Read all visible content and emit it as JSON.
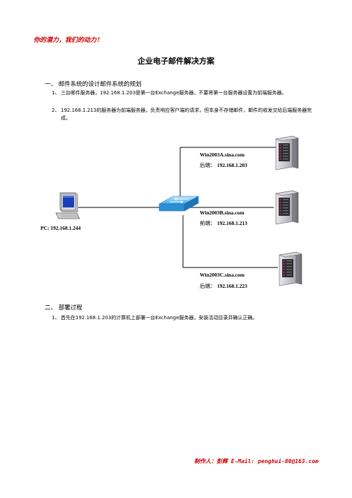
{
  "header": {
    "slogan": "你的潜力，我们的动力！"
  },
  "title": "企业电子邮件解决方案",
  "section1": {
    "heading": "一、 邮件系统的设计邮件系统的规划",
    "items": [
      {
        "num": "1、",
        "text": "三台邮件服务器，192.168.1.203是第一台Exchange服务器，不要将第一台服务器设置为前端服务器。"
      },
      {
        "num": "2、",
        "text": "192.168.1.213的服务器为前端服务器，负责响应客户端的请求，但本身不存储邮件，邮件的收发交给后端服务器完成。"
      }
    ]
  },
  "diagram": {
    "pc": {
      "label": "PC: 192.168.1.244"
    },
    "servers": [
      {
        "name": "Win2003A.sina.com",
        "role": "后端：",
        "ip": "192.168.1.203"
      },
      {
        "name": "Win2003B.sina.com",
        "role": "前端：",
        "ip": "192.168.1.213"
      },
      {
        "name": "Win2003C.sina.com",
        "role": "后端：",
        "ip": "192.168.1.223"
      }
    ]
  },
  "section2": {
    "heading": "二、 部署过程",
    "items": [
      {
        "num": "1、",
        "text": "首先在192.168.1.203的计算机上部署一台Exchange服务器，安装活动目录并确认正确。"
      }
    ]
  },
  "footer": {
    "text": "制作人：彭辉 E-Mail: penghui-80@163.com"
  }
}
